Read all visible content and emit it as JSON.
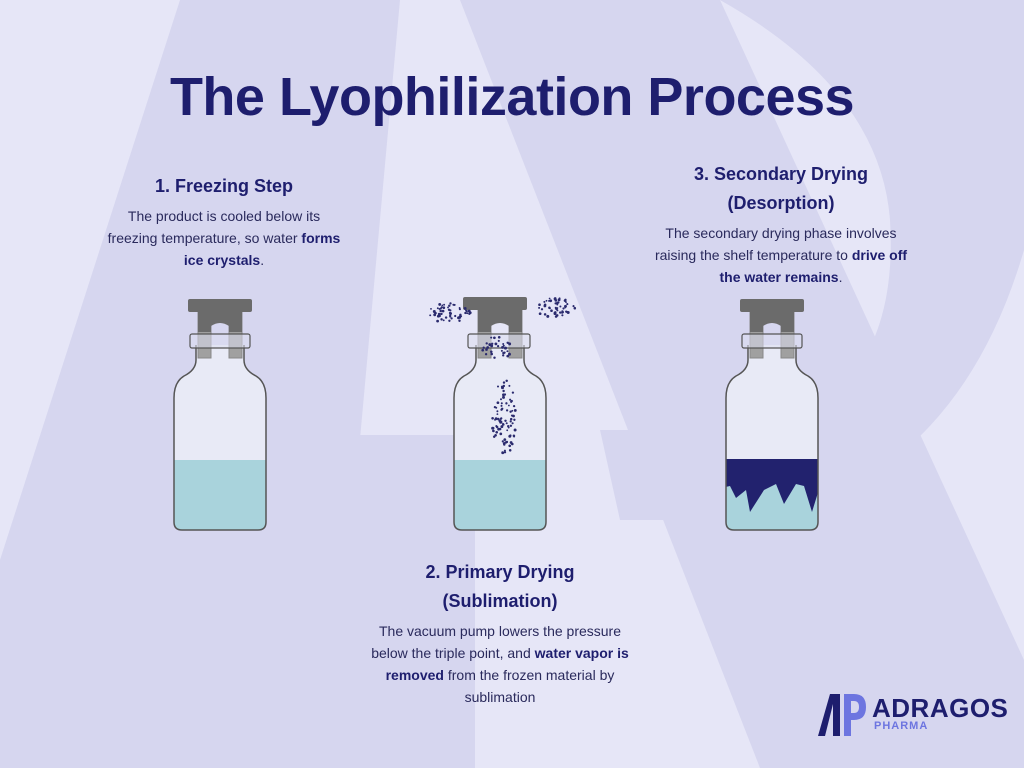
{
  "title": "The Lyophilization Process",
  "steps": [
    {
      "heading": "1. Freezing Step",
      "text_before": "The product is cooled below its freezing temperature, so water ",
      "text_bold": "forms ice crystals",
      "text_after": "."
    },
    {
      "heading_line1": "2. Primary Drying",
      "heading_line2": "(Sublimation)",
      "text_before": "The vacuum pump lowers the pressure below the triple point, and ",
      "text_bold": "water vapor is removed",
      "text_after": " from the frozen material by sublimation"
    },
    {
      "heading_line1": "3. Secondary Drying",
      "heading_line2": "(Desorption)",
      "text_before": "The secondary drying phase involves raising the shelf temperature to ",
      "text_bold": "drive off the water remains",
      "text_after": "."
    }
  ],
  "logo": {
    "name": "ADRAGOS",
    "sub": "PHARMA"
  },
  "colors": {
    "background": "#e6e6f7",
    "watermark": "#d6d6ef",
    "title": "#1e1e6e",
    "liquid": "#a9d3dc",
    "frozen": "#22226e",
    "cap": "#6b6b6b",
    "vapor": "#2b2b6e",
    "logo_accent": "#6d75e0"
  },
  "icons": [
    "vial-icon",
    "vapor-particles-icon",
    "ice-cake-icon",
    "adragos-logo-icon"
  ]
}
